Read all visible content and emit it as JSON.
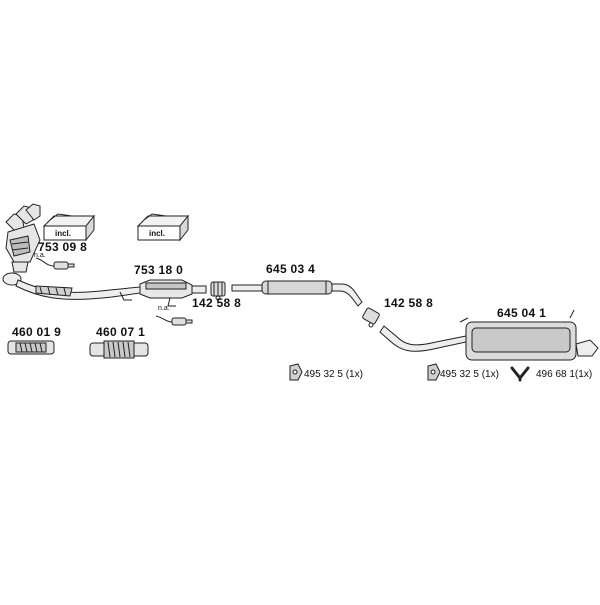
{
  "parts": {
    "manifold_kit": "753 09 8",
    "catalyst": "753 18 0",
    "clamp_front": "142 58 8",
    "middle_silencer": "645 03 4",
    "clamp_rear": "142 58 8",
    "rear_silencer": "645 04 1",
    "flex_pipe_1": "460 01 9",
    "flex_pipe_2": "460 07 1",
    "hanger_1": "495 32 5 (1x)",
    "hanger_2": "495 32 5 (1x)",
    "hanger_y": "496 68 1(1x)"
  },
  "notes": {
    "incl_1": "incl.",
    "incl_2": "incl.",
    "na_1": "n.a.",
    "na_2": "n.a."
  }
}
